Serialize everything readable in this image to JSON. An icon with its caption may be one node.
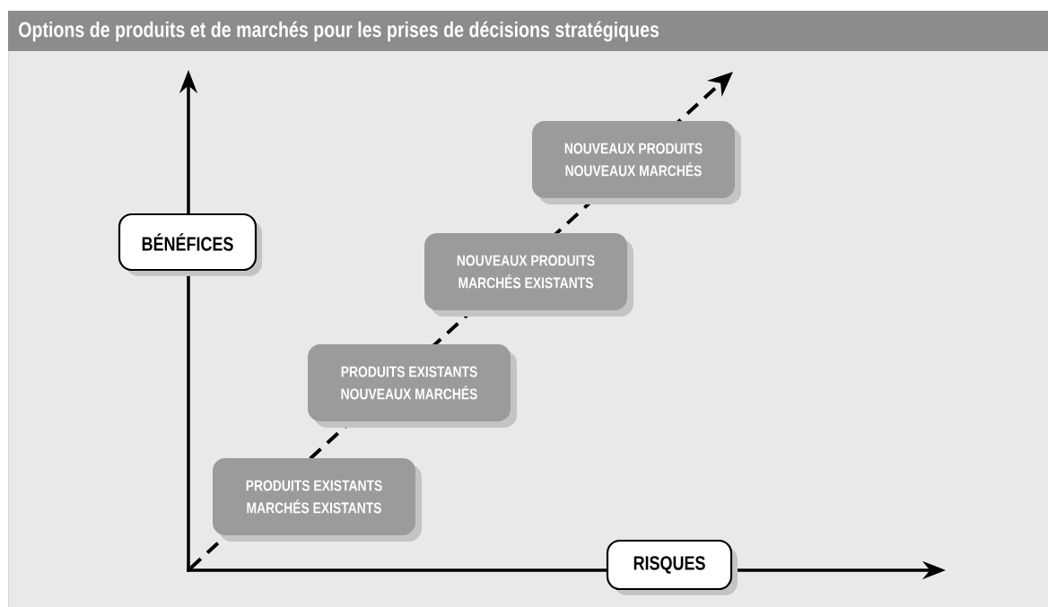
{
  "diagram": {
    "title": "Options de produits et de marchés pour les prises de décisions stratégiques",
    "nodes": [
      {
        "text": [
          "BÉNÉFICES"
        ]
      },
      {
        "text": [
          "PRODUITS EXISTANTS",
          "MARCHÉS EXISTANTS"
        ]
      },
      {
        "text": [
          "PRODUITS EXISTANTS",
          "NOUVEAUX MARCHÉS"
        ]
      },
      {
        "text": [
          "NOUVEAUX PRODUITS",
          "MARCHÉS EXISTANTS"
        ]
      },
      {
        "text": [
          "NOUVEAUX PRODUITS",
          "NOUVEAUX MARCHÉS"
        ]
      },
      {
        "text": [
          "RISQUES"
        ]
      }
    ]
  }
}
